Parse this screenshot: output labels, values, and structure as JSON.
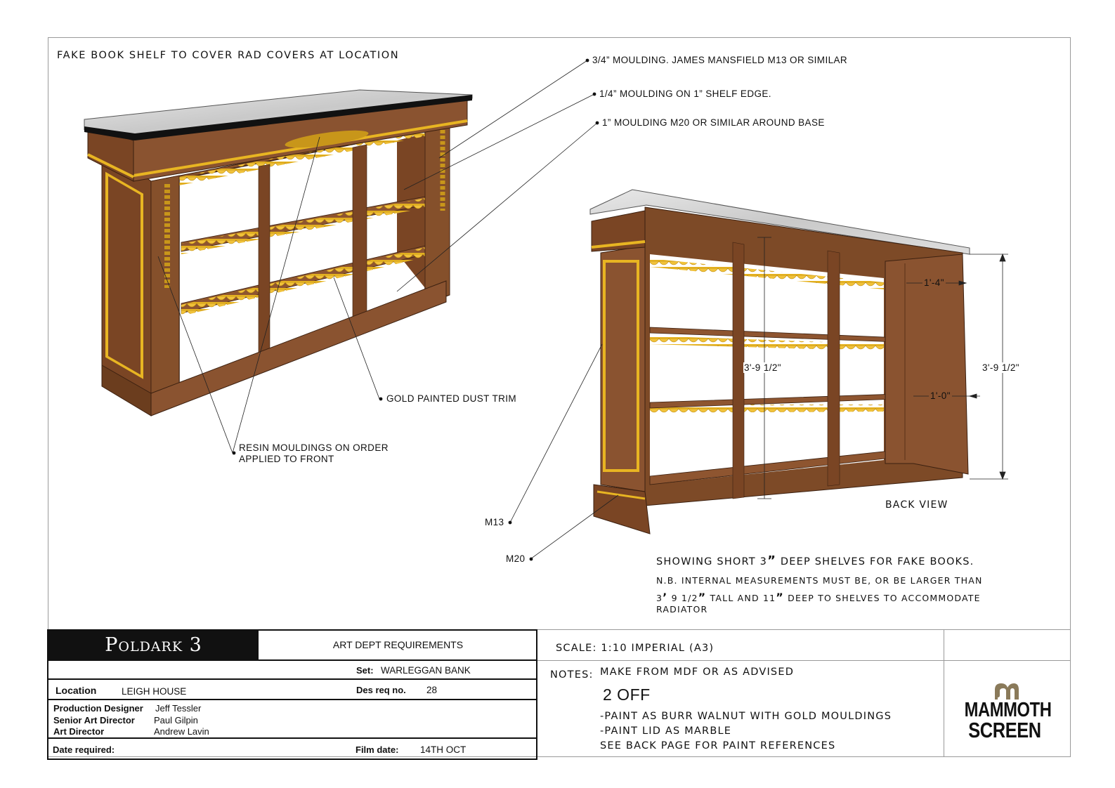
{
  "title": "FAKE BOOK SHELF TO COVER RAD COVERS AT LOCATION",
  "callouts": {
    "moulding_34": "3/4” MOULDING. JAMES MANSFIELD M13 OR SIMILAR",
    "moulding_14": "1/4” MOULDING ON 1” SHELF EDGE.",
    "moulding_1": "1” MOULDING M20 OR SIMILAR AROUND BASE",
    "dust_trim": "GOLD PAINTED DUST TRIM",
    "resin_line1": "RESIN MOULDINGS ON ORDER",
    "resin_line2": "APPLIED TO FRONT",
    "m13": "M13",
    "m20": "M20"
  },
  "back_view": {
    "label": "BACK VIEW",
    "dim_depth_top": "1'-4\"",
    "dim_height_inner": "3'-9 1/2\"",
    "dim_height_outer": "3'-9 1/2\"",
    "dim_shelf_depth": "1'-0\""
  },
  "notes_main": {
    "line1_a": "SHOWING SHORT 3",
    "line1_b": "”",
    "line1_c": " DEEP SHELVES FOR FAKE BOOKS.",
    "nb1": "N.B. INTERNAL MEASUREMENTS MUST BE, OR BE LARGER THAN",
    "nb2_a": "3",
    "nb2_b": "’",
    "nb2_c": " 9 1/2",
    "nb2_d": "”",
    "nb2_e": " TALL AND 11",
    "nb2_f": "”",
    "nb2_g": " DEEP TO SHELVES TO ACCOMMODATE",
    "nb3": "RADIATOR"
  },
  "title_block": {
    "production": "Poldark 3",
    "header": "ART DEPT REQUIREMENTS",
    "set_label": "Set:",
    "set_value": "WARLEGGAN BANK",
    "location_label": "Location",
    "location_value": "LEIGH HOUSE",
    "desreq_label": "Des req no.",
    "desreq_value": "28",
    "pd_label": "Production Designer",
    "pd_value": "Jeff Tessler",
    "sad_label": "Senior Art Director",
    "sad_value": "Paul Gilpin",
    "ad_label": "Art Director",
    "ad_value": "Andrew Lavin",
    "date_label": "Date required:",
    "film_label": "Film date:",
    "film_value": "14TH OCT"
  },
  "right_block": {
    "scale": "SCALE:  1:10  IMPERIAL  (A3)",
    "notes_label": "NOTES:",
    "note1": "MAKE FROM MDF OR AS ADVISED",
    "note2": "2 OFF",
    "note3": "-PAINT AS BURR WALNUT WITH GOLD MOULDINGS",
    "note4": "-PAINT LID AS MARBLE",
    "note5": "SEE BACK PAGE FOR PAINT REFERENCES",
    "logo_line1": "MAMMOTH",
    "logo_line2": "SCREEN"
  },
  "colors": {
    "walnut": "#8a5430",
    "walnut_dark": "#6b3d1e",
    "gold": "#e8b522",
    "marble": "#d9d9d9"
  }
}
